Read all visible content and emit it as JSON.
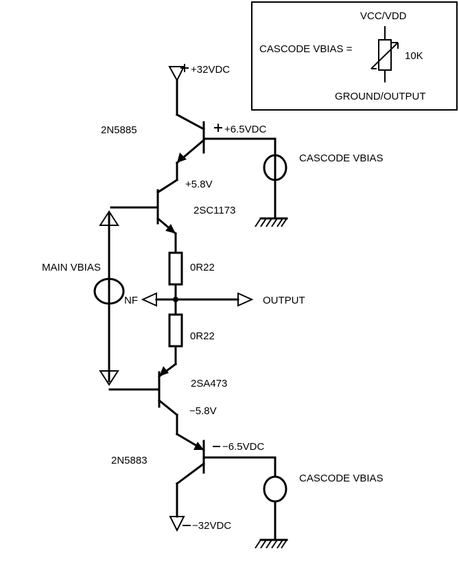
{
  "legend": {
    "title": "CASCODE VBIAS  =",
    "top": "VCC/VDD",
    "value": "10K",
    "bottom": "GROUND/OUTPUT"
  },
  "labels": {
    "pos_supply": "+32VDC",
    "neg_supply": "−32VDC",
    "q1": "2N5885",
    "q1_base_v": "+6.5VDC",
    "q2_emit_v": "+5.8V",
    "q2": "2SC1173",
    "r1": "0R22",
    "r2": "0R22",
    "main_vbias": "MAIN VBIAS",
    "nf": "NF",
    "output": "OUTPUT",
    "q3": "2SA473",
    "q3_emit_v": "−5.8V",
    "q4_base_v": "−6.5VDC",
    "q4": "2N5883",
    "cascode_top": "CASCODE VBIAS",
    "cascode_bottom": "CASCODE VBIAS"
  }
}
